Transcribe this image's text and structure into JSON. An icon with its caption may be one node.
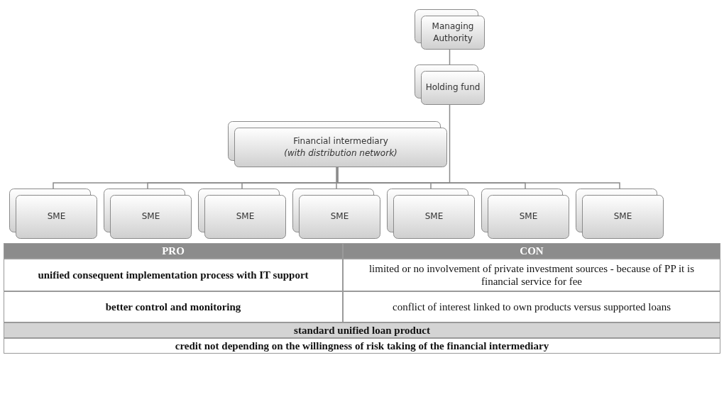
{
  "diagram": {
    "nodes": [
      {
        "text": [
          "Managing Authority"
        ]
      },
      {
        "text": [
          "Holding fund"
        ]
      },
      {
        "text": [
          "Financial intermediary",
          "(with distribution network)"
        ]
      },
      {
        "text": [
          "SME"
        ]
      },
      {
        "text": [
          "SME"
        ]
      },
      {
        "text": [
          "SME"
        ]
      },
      {
        "text": [
          "SME"
        ]
      },
      {
        "text": [
          "SME"
        ]
      },
      {
        "text": [
          "SME"
        ]
      },
      {
        "text": [
          "SME"
        ]
      }
    ],
    "edges": [
      {
        "from": 0,
        "to": 1,
        "arrow": "none"
      },
      {
        "from": 1,
        "to": 2,
        "arrow": "none"
      },
      {
        "from": 2,
        "to": 3,
        "arrow": "none"
      },
      {
        "from": 2,
        "to": 4,
        "arrow": "none"
      },
      {
        "from": 2,
        "to": 5,
        "arrow": "none"
      },
      {
        "from": 2,
        "to": 6,
        "arrow": "none"
      },
      {
        "from": 2,
        "to": 7,
        "arrow": "none"
      },
      {
        "from": 2,
        "to": 8,
        "arrow": "none"
      },
      {
        "from": 2,
        "to": 9,
        "arrow": "none"
      }
    ],
    "labels": [
      "PRO",
      "CON",
      "unified consequent implementation process with IT support",
      "limited or no involvement of private investment sources - because of PP it is financial service for fee",
      "better control and monitoring",
      "conflict of interest linked to own products versus supported loans",
      "standard unified loan product",
      "credit not depending on the willingness of risk taking of the financial intermediary"
    ]
  }
}
